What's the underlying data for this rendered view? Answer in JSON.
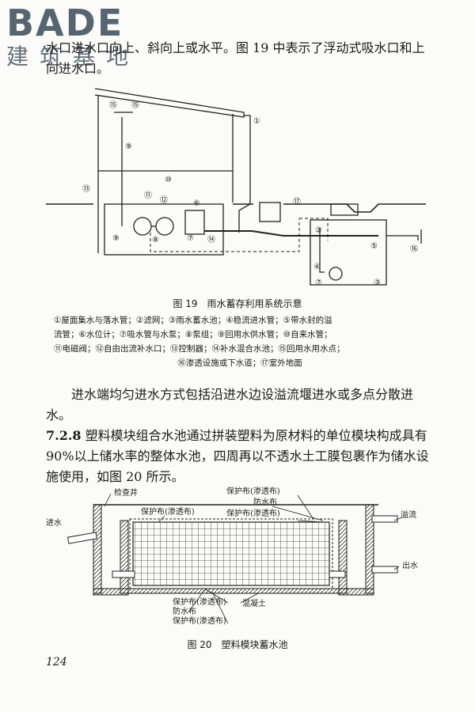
{
  "watermark": {
    "brand": "BADE",
    "cn": "建筑基地"
  },
  "body": {
    "para1": "水口进水口向上、斜向上或水平。图 19 中表示了浮动式吸水口和上向进水口。",
    "para2": "进水端均匀进水方式包括沿进水边设溢流堰进水或多点分散进水。",
    "section_number": "7.2.8",
    "para3": "塑料模块组合水池通过拼装塑料为原材料的单位模块构成具有 90%以上储水率的整体水池，四周再以不透水土工膜包裹作为储水设施使用，如图 20 所示。"
  },
  "fig19": {
    "caption": "图 19　雨水蓄存利用系统示意",
    "legend_line1": "①屋面集水与落水管；②滤网；③雨水蓄水池；④稳流进水管；⑤带水封的溢",
    "legend_line2": "流管；⑥水位计；⑦吸水管与水泵；⑧泵组；⑨回用水供水管；⑩自来水管；",
    "legend_line3": "⑪电磁阀；⑫自由出流补水口；⑬控制器；⑭补水混合水池；⑮回用水用水点；",
    "legend_line4": "⑯渗透设施或下水道；⑰室外地面",
    "markers": [
      "⑮",
      "⑮",
      "⑨",
      "⑬",
      "⑩",
      "⑪",
      "⑫",
      "⑥",
      "⑦",
      "⑧",
      "⑭",
      "⑨",
      "⑰",
      "①",
      "②",
      "⑤",
      "⑯",
      "④",
      "⑦",
      "③"
    ]
  },
  "fig20": {
    "caption": "图 20　塑料模块蓄水池",
    "labels": {
      "inspection_well": "检查井",
      "inlet": "进水",
      "overflow": "溢流",
      "outlet": "出水",
      "protect_top_left": "保护布(渗透布)",
      "protect_top_r1": "保护布(渗透布)",
      "waterproof_top": "防水布",
      "protect_top_r2": "保护布(渗透布)",
      "protect_bottom1": "保护布(渗透布)",
      "waterproof_bottom": "防水布",
      "protect_bottom2": "保护布(渗透布)",
      "concrete": "混凝土"
    }
  },
  "page_number": "124"
}
